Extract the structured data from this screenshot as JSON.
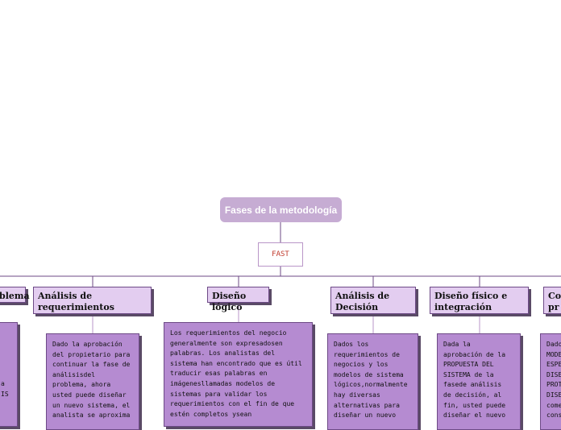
{
  "root": {
    "title": "Fases de la metodología"
  },
  "center": {
    "label": "FAST"
  },
  "phases": [
    {
      "label": "blema"
    },
    {
      "label": "Análisis de\nrequerimientos",
      "desc": "Dado la aprobación\ndel propietario para\ncontinuar la fase de\nanálisisdel\nproblema, ahora\nusted puede diseñar\nun nuevo sistema, el\nanalista se aproxima"
    },
    {
      "label": "Diseño lógico",
      "desc": "Los requerimientos del negocio\ngeneralmente son expresadosen\npalabras. Los analistas del\nsistema han encontrado que es útil\ntraducir esas palabras en\nimágenesllamadas modelos de\nsistemas para validar los\nrequerimientos con el fin de que\nestén completos ysean"
    },
    {
      "label": "Análisis de\nDecisión",
      "desc": "Dados los\nrequerimientos de\nnegocios y los\nmodelos de sistema\nlógicos,normalmente\nhay diversas\nalternativas para\ndiseñar un nuevo"
    },
    {
      "label": "Diseño físico e\nintegración",
      "desc": "Dada la\naprobación de la\nPROPUESTA DEL\nSISTEMA de la\nfasede análisis\nde decisión, al\nfin, usted puede\ndiseñar el nuevo"
    },
    {
      "label": "Co\npr",
      "desc": "Dado\nMODE\nESPE\nDISE\nPROT\nDISE\ncome\nconst"
    }
  ],
  "fragments": {
    "left_desc": "a\nIS"
  }
}
